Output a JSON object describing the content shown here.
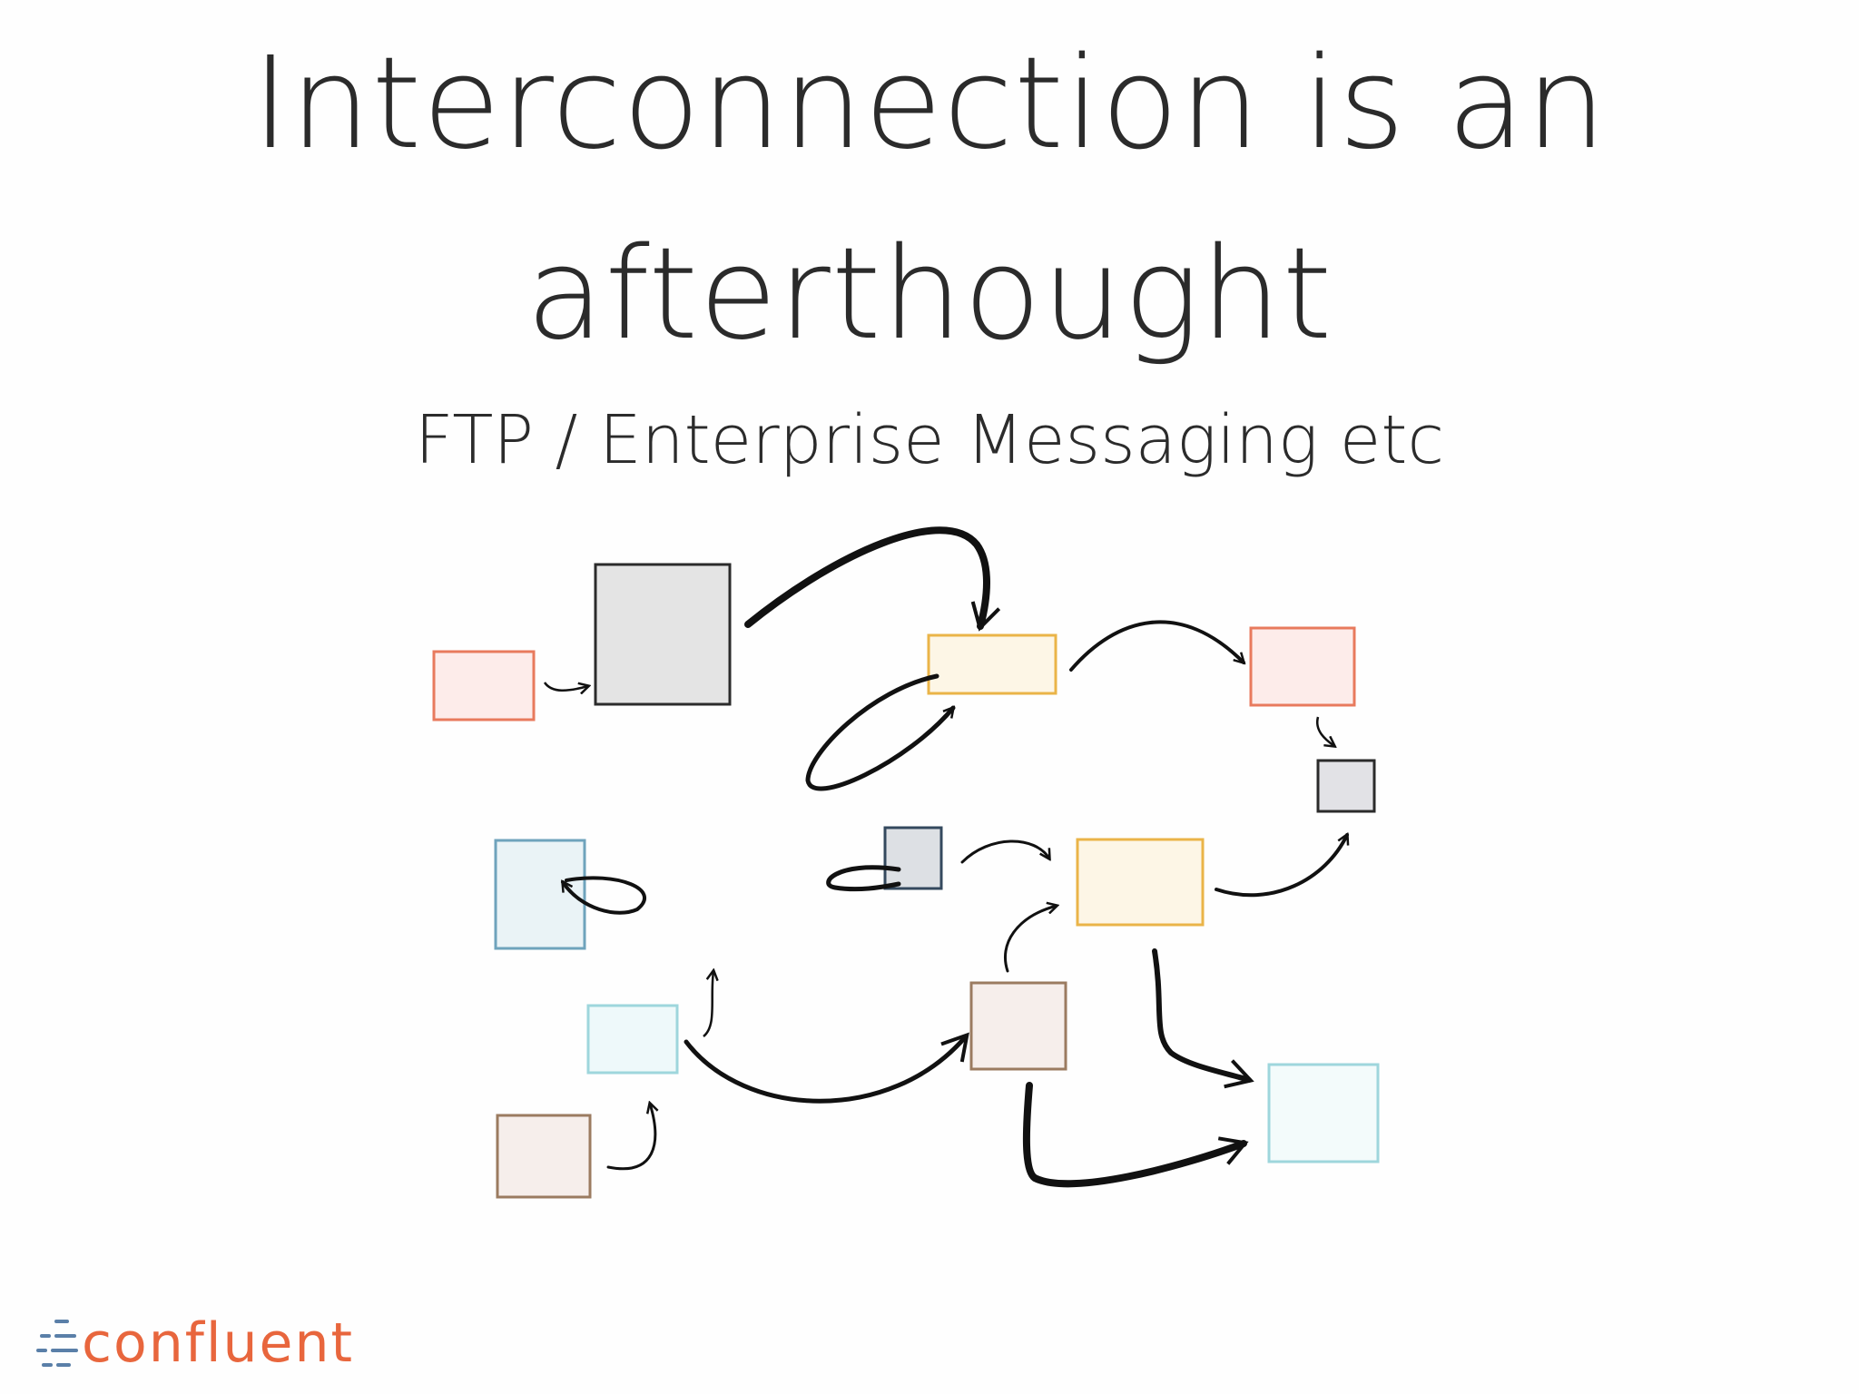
{
  "slide": {
    "title_line1": "Interconnection is an",
    "title_line2": "afterthought",
    "subtitle": "FTP / Enterprise Messaging etc"
  },
  "brand": {
    "name": "confluent",
    "color": "#e8663d",
    "mark_color": "#5a7fa8"
  },
  "diagram": {
    "stroke_color": "#111111",
    "box_colors": {
      "red": "#e87a5d",
      "gray": "#2b2b2b",
      "yellow": "#eab448",
      "blue": "#6fa3bc",
      "cyan": "#9ed6dc",
      "brown": "#9b7b60"
    }
  }
}
